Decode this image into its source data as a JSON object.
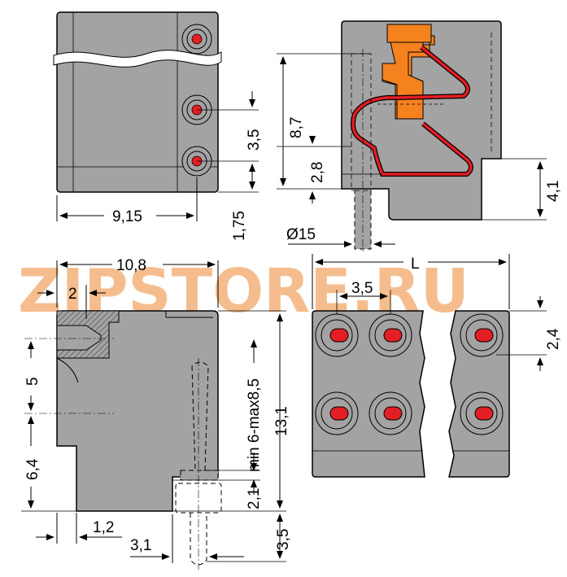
{
  "drawing": {
    "dims": {
      "top_view_width": "9,15",
      "top_view_pitch": "3,5",
      "top_view_offset": "1,75",
      "side_height": "8,7",
      "side_lower": "2,8",
      "side_right": "4,1",
      "pin_diameter": "Ø15",
      "front_width": "10,8",
      "front_notch": "2",
      "front_upper": "5",
      "front_lower": "6,4",
      "front_total": "13,1",
      "front_bottom_step": "1,2",
      "pin_spacing": "3,1",
      "pin_length": "2,1",
      "pin_protrusion": "3,5",
      "pin_range": "min 6-max8,5",
      "length_label": "L",
      "bottom_pitch": "3,5",
      "bottom_right": "2,4"
    },
    "watermark": "ZIPSTORE.RU",
    "colors": {
      "body": "#a3a3a3",
      "orange": "#f5821f",
      "red": "#e31e24",
      "watermark_orange": "#f4b27a",
      "watermark_gray": "#d0d0d0"
    }
  }
}
